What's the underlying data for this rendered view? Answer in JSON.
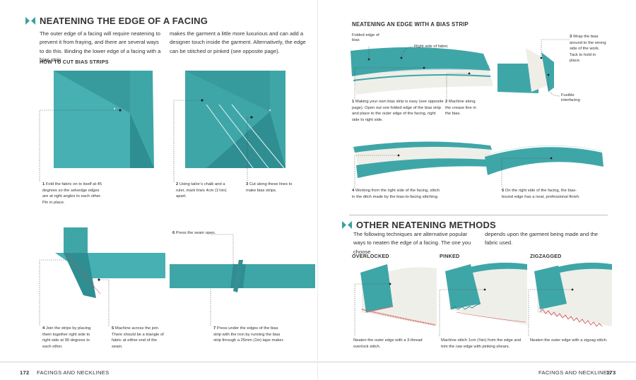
{
  "left_page": {
    "section_title": "NEATENING THE EDGE OF A FACING",
    "intro_col1": "The outer edge of a facing will require neatening to prevent it from fraying, and there are several ways to do this. Binding the lower edge of a facing with a bias strip",
    "intro_col2": "makes the garment a little more luxurious and can add a designer touch inside the garment. Alternatively, the edge can be stitched or pinked (see opposite page).",
    "subheading": "HOW TO CUT BIAS STRIPS",
    "steps": [
      {
        "num": "1",
        "text": "Fold the fabric on to itself at 45 degrees so the selvedge edges are at right angles to each other. Pin in place."
      },
      {
        "num": "2",
        "text": "Using tailor’s chalk and a ruler, mark lines 4cm (1½in) apart."
      },
      {
        "num": "3",
        "text": "Cut along these lines to make bias strips."
      },
      {
        "num": "4",
        "text": "Join the strips by placing them together right side to right side at 90 degrees to each other."
      },
      {
        "num": "5",
        "text": "Machine across the join. There should be a triangle of fabric at either end of the seam."
      },
      {
        "num": "6",
        "text": "Press the seam open."
      },
      {
        "num": "7",
        "text": "Press under the edges of the bias strip with the iron by running the bias strip through a 25mm (1in) tape maker."
      }
    ],
    "footer": {
      "page_number": "172",
      "section": "FACINGS AND NECKLINES"
    }
  },
  "right_page": {
    "section_title": "NEATENING AN EDGE WITH A BIAS STRIP",
    "labels": {
      "folded_edge": "Folded edge of bias",
      "right_side": "Right side of fabric",
      "fusible": "Fusible interfacing"
    },
    "steps": [
      {
        "num": "1",
        "text": "Making your own bias strip is easy (see opposite page). Open out one folded edge of the bias strip and place to the outer edge of the facing, right side to right side."
      },
      {
        "num": "2",
        "text": "Machine along the crease line in the bias."
      },
      {
        "num": "3",
        "text": "Wrap the bias around to the wrong side of the work. Tack to hold in place."
      },
      {
        "num": "4",
        "text": "Working from the right side of the facing, stitch in the ditch made by the bias-to-facing stitching."
      },
      {
        "num": "5",
        "text": "On the right side of the facing, the bias-bound edge has a neat, professional finish."
      }
    ],
    "other_title": "OTHER NEATENING METHODS",
    "other_intro_col1": "The following techniques are alternative popular ways to neaten the edge of a facing. The one you choose",
    "other_intro_col2": "depends upon the garment being made and the fabric used.",
    "methods": [
      {
        "name": "OVERLOCKED",
        "caption": "Neaten the outer edge with a 3-thread overlock stitch."
      },
      {
        "name": "PINKED",
        "caption": "Machine stitch 1cm (⅜in) from the edge and trim the raw edge with pinking shears."
      },
      {
        "name": "ZIGZAGGED",
        "caption": "Neaten the outer edge with a zigzag stitch."
      }
    ],
    "footer": {
      "page_number": "173",
      "section": "FACINGS AND NECKLINES"
    }
  },
  "colors": {
    "fabric_teal": "#3fa6a8",
    "fabric_dark": "#2d8c8f",
    "interfacing": "#efefe9",
    "stitch_red": "#d24a4a"
  }
}
